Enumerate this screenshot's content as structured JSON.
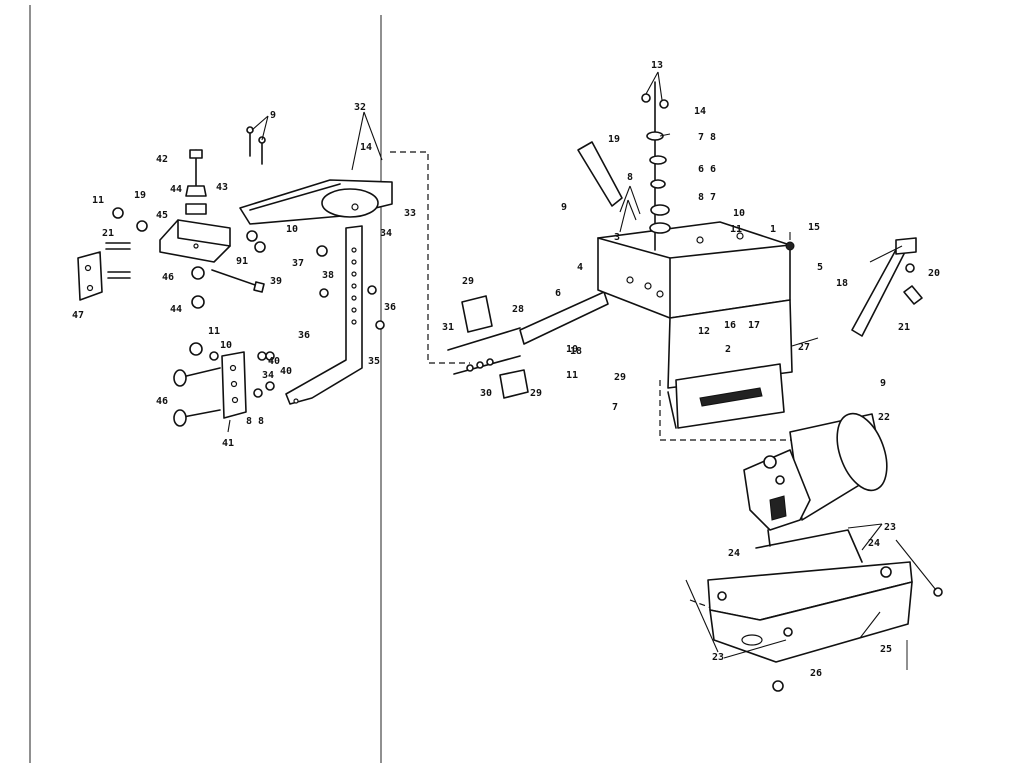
{
  "diagram": {
    "callouts": {
      "c1": "1",
      "c2": "2",
      "c3": "3",
      "c4": "4",
      "c6": "6",
      "c7": "7",
      "c8": "8",
      "c9a": "9",
      "c9b": "9",
      "c9c": "9",
      "c10a": "10",
      "c10b": "10",
      "c10c": "10",
      "c10d": "10",
      "c11a": "11",
      "c11b": "11",
      "c11c": "11",
      "c11d": "11",
      "c12": "12",
      "c13": "13",
      "c14a": "14",
      "c14b": "14",
      "c15": "15",
      "c16": "16",
      "c17": "17",
      "c18a": "18",
      "c18b": "18",
      "c19a": "19",
      "c19b": "19",
      "c20": "20",
      "c21a": "21",
      "c21b": "21",
      "c22": "22",
      "c23": "23",
      "c24a": "24",
      "c24b": "24",
      "c25": "25",
      "c26": "26",
      "c27": "27",
      "c28": "28",
      "c29a": "29",
      "c29b": "29",
      "c30": "30",
      "c31": "31",
      "c32": "32",
      "c33": "33",
      "c34a": "34",
      "c34b": "34",
      "c35": "35",
      "c36a": "36",
      "c36b": "36",
      "c37": "37",
      "c38": "38",
      "c39": "39",
      "c40a": "40",
      "c40b": "40",
      "c41": "41",
      "c42": "42",
      "c43": "43",
      "c44a": "44",
      "c44b": "44",
      "c45": "45",
      "c46a": "46",
      "c46b": "46",
      "c47": "47",
      "c78": "7 8",
      "c66": "6 6",
      "c87": "8 7",
      "c88": "8 8",
      "c91": "91",
      "c29c": "29",
      "c5": "5",
      "c23b": "23"
    }
  }
}
